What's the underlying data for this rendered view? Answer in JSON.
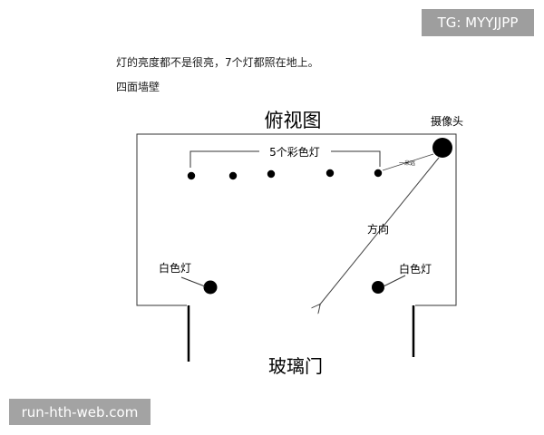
{
  "watermark_top": "TG: MYYJJPP",
  "watermark_bottom": "run-hth-web.com",
  "notes": {
    "line1": "灯的亮度都不是很亮，7个灯都照在地上。",
    "line2": "四面墙壁"
  },
  "diagram": {
    "title": "俯视图",
    "camera_label": "摄像头",
    "color_lights_label": "5个彩色灯",
    "distance_label": "一米远",
    "direction_label": "方向",
    "white_light_left_label": "白色灯",
    "white_light_right_label": "白色灯",
    "door_label": "玻璃门"
  }
}
